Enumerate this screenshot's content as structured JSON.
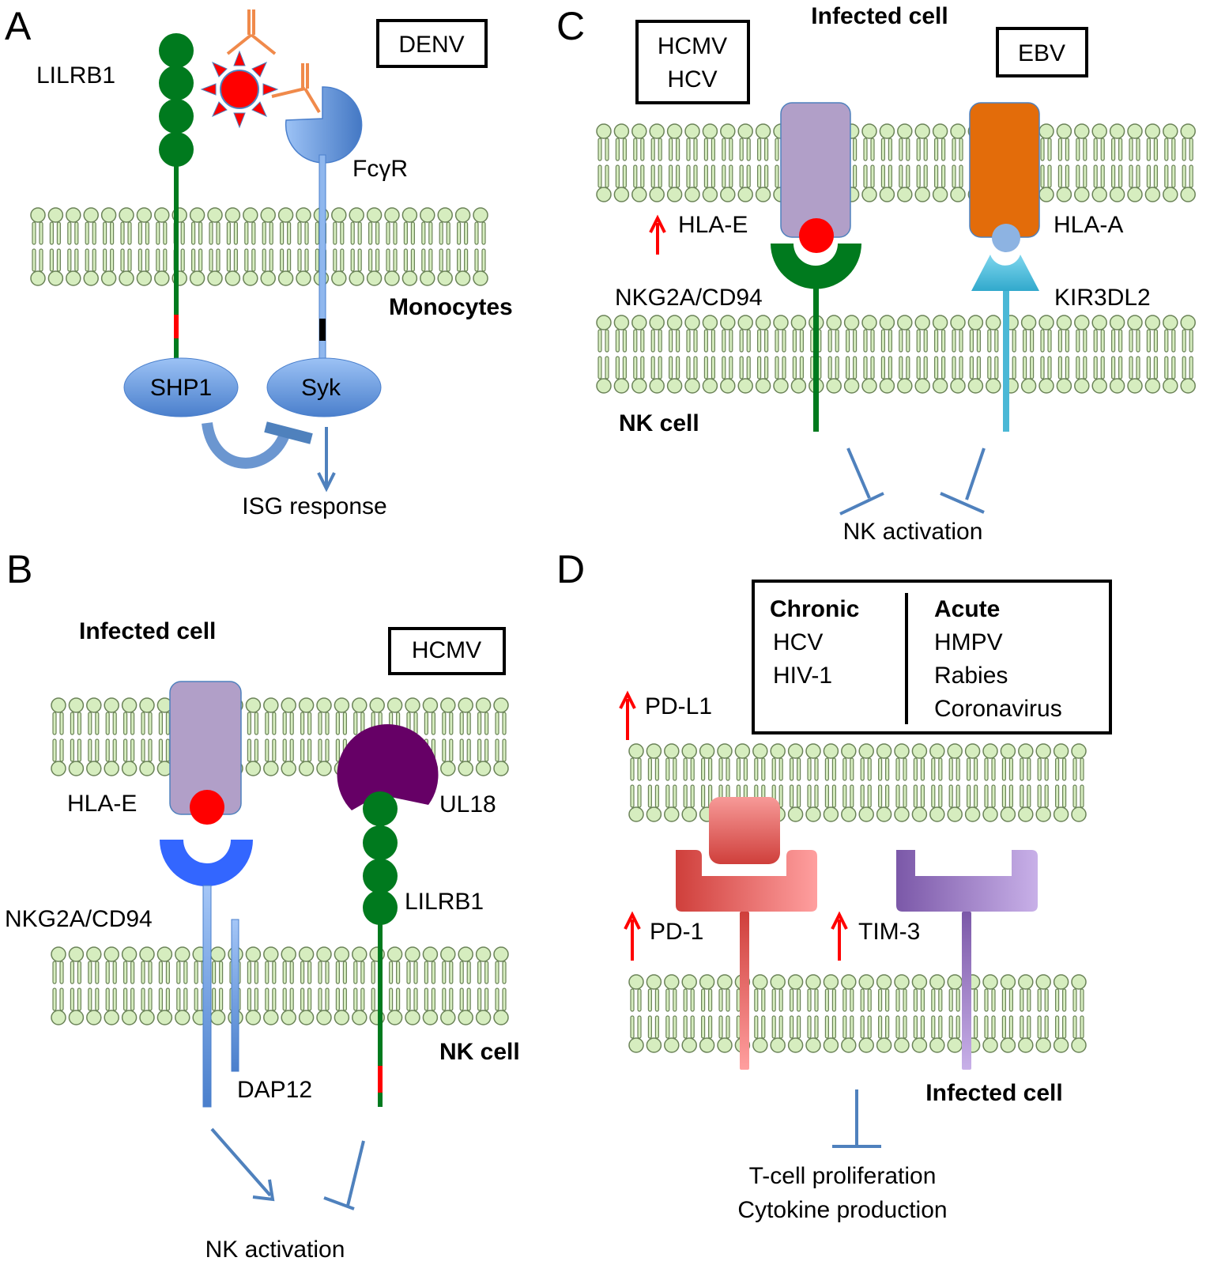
{
  "figure": {
    "colors": {
      "membrane_head": "#d6edbf",
      "membrane_stroke": "#6b8358",
      "lilrb1_green": "#007a1e",
      "fcgr_blue": "#5b8fd6",
      "virus_red": "#ff0000",
      "antibody_orange": "#f08a4b",
      "hla_e_purple": "#b19fc8",
      "hla_a_orange": "#e36c0a",
      "peptide_light_blue": "#8db3e2",
      "kir_cyan": "#4bb8d6",
      "nkg2a_blue": "#3366ff",
      "ul18_purple": "#660066",
      "pd1_red": "#d9534f",
      "tim3_purple": "#8e6bbf",
      "inhibit_line": "#4f81bd",
      "up_arrow_red": "#ff0000"
    }
  },
  "panelA": {
    "letter": "A",
    "virus_box": "DENV",
    "labels": {
      "lilrb1": "LILRB1",
      "fcgr": "FcγR",
      "cell": "Monocytes",
      "shp1": "SHP1",
      "syk": "Syk",
      "outcome": "ISG response"
    }
  },
  "panelB": {
    "letter": "B",
    "virus_box": "HCMV",
    "labels": {
      "infected_cell": "Infected cell",
      "hla_e": "HLA-E",
      "ul18": "UL18",
      "nkg2a": "NKG2A/CD94",
      "lilrb1": "LILRB1",
      "dap12": "DAP12",
      "nk_cell": "NK cell",
      "outcome": "NK activation"
    }
  },
  "panelC": {
    "letter": "C",
    "virus_box_left": [
      "HCMV",
      "HCV"
    ],
    "virus_box_right": "EBV",
    "labels": {
      "infected_cell": "Infected cell",
      "hla_e": "HLA-E",
      "hla_a": "HLA-A",
      "nkg2a": "NKG2A/CD94",
      "kir": "KIR3DL2",
      "nk_cell": "NK cell",
      "outcome": "NK activation"
    }
  },
  "panelD": {
    "letter": "D",
    "table": {
      "chronic_header": "Chronic",
      "chronic": [
        "HCV",
        "HIV-1"
      ],
      "acute_header": "Acute",
      "acute": [
        "HMPV",
        "Rabies",
        "Coronavirus"
      ]
    },
    "labels": {
      "pdl1": "PD-L1",
      "pd1": "PD-1",
      "tim3": "TIM-3",
      "infected_cell": "Infected cell",
      "outcome_line1": "T-cell proliferation",
      "outcome_line2": "Cytokine production"
    }
  }
}
